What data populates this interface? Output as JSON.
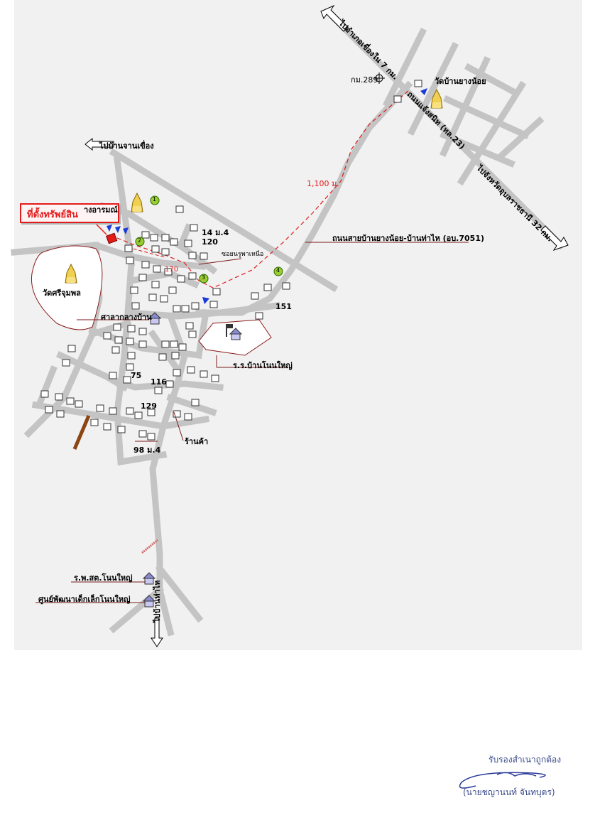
{
  "map": {
    "labels": {
      "to_amphoe_khemarat": "ไปอำเภอเขื่องใน 7 กม.",
      "km289": "กม.289",
      "wat_ban_yang_noi": "วัดบ้านยางน้อย",
      "road_23": "ถนนแจ้งสนิท (ทล.23)",
      "to_ubon": "ไปจังหวัดอุบลราชธานี 32 กม.",
      "to_ban_chan": "ไปบ้านจานเขื่อง",
      "distance_1100": "1,100 ม.",
      "road_7051": "ถนนสายบ้านยางน้อย-บ้านท่าไห (อบ.7051)",
      "property_location": "ที่ตั้งทรัพย์สิน",
      "wat_arom": "างอารมณ์",
      "hno_14": "14 ม.4",
      "hno_120": "120",
      "soi_name": "ซอยนรูพาเหนือ",
      "dist_170": "170",
      "wat_sri_chumphon": "วัดศรีจุมพล",
      "sala": "ศาลากลางบ้าน",
      "hno_151": "151",
      "school": "ร.ร.บ้านโนนใหญ่",
      "hno_75": "75",
      "hno_116": "116",
      "hno_129": "129",
      "shop": "ร้านค้า",
      "hno_98": "98 ม.4",
      "hospital": "ร.พ.สต.โนนใหญ่",
      "child_center": "ศูนย์พัฒนาเด็กเล็กโนนใหญ่",
      "to_ban_tha_hai": "ไปบ้านท่าไห"
    },
    "markers": [
      "1",
      "2",
      "3",
      "4"
    ],
    "viewpoints": [
      "1",
      "2",
      "3",
      "4"
    ]
  },
  "certification": {
    "title": "รับรองสำเนาถูกต้อง",
    "name": "(นายชญานนท์  จันทบุตร)"
  }
}
